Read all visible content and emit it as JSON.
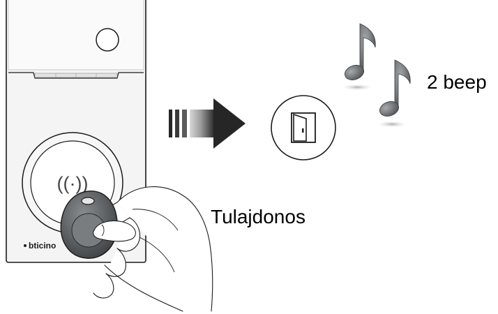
{
  "labels": {
    "beep": "2 beep",
    "owner": "Tulajdonos"
  },
  "device": {
    "brand_logo_text": "bticino",
    "rfid_symbol": "((·))"
  },
  "icons": {
    "arrow": "right-arrow-icon",
    "door": "door-open-icon",
    "music_note": "music-note-icon"
  },
  "colors": {
    "device_body": "#f3f3f3",
    "outline": "#1a1a1a",
    "keyfob": "#5e6164",
    "arrow_dark": "#2b2b2b",
    "note_fill": "#6c7073"
  }
}
